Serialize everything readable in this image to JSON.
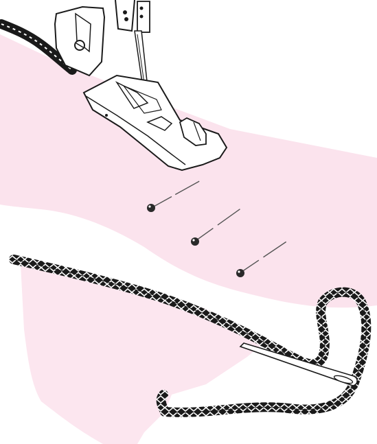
{
  "colors": {
    "background": "#ffffff",
    "fabric": "#fce6ef",
    "fabric_upper": "#fbe3ed",
    "outline": "#1a1a1a",
    "foot_fill": "#ffffff",
    "pin_head": "#2a2a2a"
  },
  "elements": {
    "presser_foot": "sewing-machine-presser-foot",
    "needle": "sewing-needle",
    "pins_count": 3,
    "cord": "braided-cord",
    "threading_needle": "large-eye-needle"
  }
}
